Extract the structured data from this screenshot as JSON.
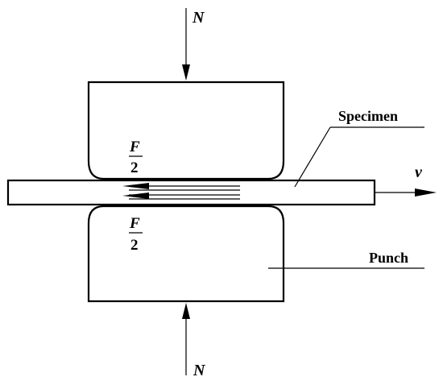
{
  "labels": {
    "force_top": "N",
    "force_bottom": "N",
    "velocity": "v",
    "friction_top_numerator": "F",
    "friction_top_denominator": "2",
    "friction_bottom_numerator": "F",
    "friction_bottom_denominator": "2",
    "specimen": "Specimen",
    "punch": "Punch"
  },
  "colors": {
    "line": "#000000",
    "background": "#ffffff"
  }
}
